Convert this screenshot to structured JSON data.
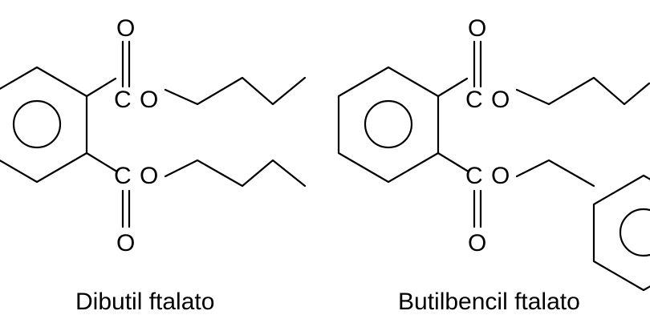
{
  "molecules": [
    {
      "name": "Dibutil ftalato",
      "atoms": {
        "c": "C",
        "o": "O"
      }
    },
    {
      "name": "Butilbencil ftalato",
      "atoms": {
        "c": "C",
        "o": "O"
      }
    }
  ]
}
